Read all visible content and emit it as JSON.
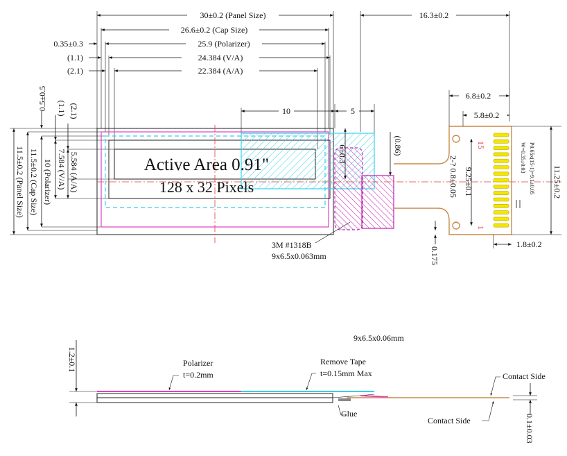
{
  "top_view": {
    "dims_horizontal": {
      "panel_size": "30±0.2 (Panel Size)",
      "cap_size": "26.6±0.2 (Cap Size)",
      "polarizer_offset": "0.35±0.3",
      "polarizer": "25.9 (Polarizer)",
      "va_offset": "(1.1)",
      "va": "24.384 (V/A)",
      "aa_offset": "(2.1)",
      "aa": "22.384 (A/A)",
      "fpc_length": "16.3±0.2",
      "ten": "10",
      "five": "5"
    },
    "dims_vertical": {
      "offset_05": "0.5±0.5",
      "v11": "(1.1)",
      "v21": "(2.1)",
      "aa_v": "5.584 (A/A)",
      "va_v": "7.584 (V/A)",
      "polarizer_v": "10 (Polarizer)",
      "cap_v": "11.5±0.2 (Cap Size)",
      "panel_v": "11.5±0.2 (Panel Size)"
    },
    "active_area_line1": "Active Area 0.91\"",
    "active_area_line2": "128 x 32 Pixels",
    "stiffener": {
      "width": "6±0.3",
      "thickness": "(0.86)",
      "label_line1": "3M #1318B",
      "label_line2": "9x6.5x0.063mm"
    },
    "fpc": {
      "width_total": "6.8±0.2",
      "width_inner": "5.8±0.2",
      "hole": "2-? 0.8±0.05",
      "pitch_span": "9.25±0.1",
      "height_total": "11.25±0.2",
      "pin_pitch": "P0.65x(15-1)=9.1±0.05",
      "pin_width": "W=0.35±0.03",
      "pin_len": "1.8±0.2",
      "thickness": "0.175",
      "pin_15": "15",
      "pin_1": "1"
    }
  },
  "side_view": {
    "stiffener_note": "9x6.5x0.06mm",
    "thickness": "1.2±0.1",
    "polarizer_line1": "Polarizer",
    "polarizer_line2": "t=0.2mm",
    "tape_line1": "Remove Tape",
    "tape_line2": "t=0.15mm Max",
    "glue": "Glue",
    "contact_side_top": "Contact Side",
    "contact_side_bottom": "Contact Side",
    "fpc_thickness": "0.1±0.03"
  },
  "colors": {
    "magenta": "#e040c8",
    "cyan": "#35d0e8",
    "centerline": "#e53935",
    "fpc_orange": "#c98a4a",
    "pin_yellow": "#f5e600",
    "pin_label_red": "#e53935"
  }
}
